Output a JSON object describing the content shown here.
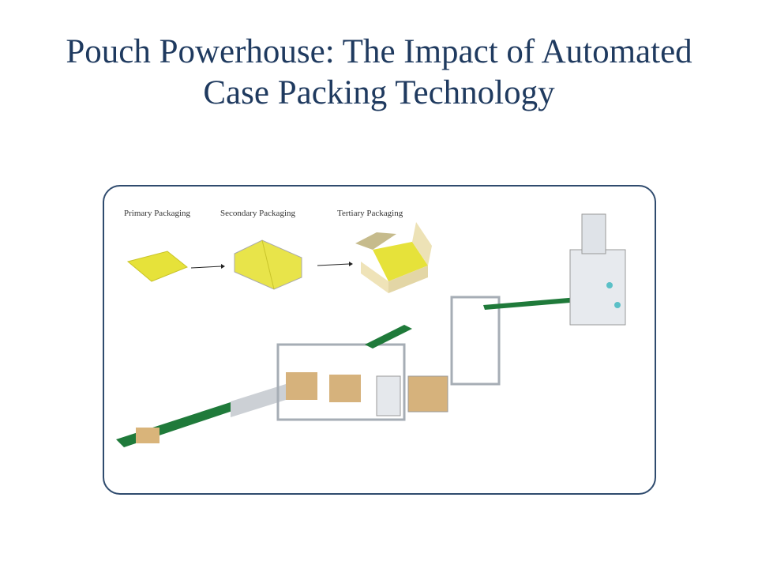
{
  "slide": {
    "title_line1": "Pouch Powerhouse: The Impact of Automated",
    "title_line2": "Case Packing Technology"
  },
  "figure": {
    "labels": [
      "Primary Packaging",
      "Secondary Packaging",
      "Tertiary Packaging"
    ],
    "colors": {
      "pouch": "#e6e23a",
      "box": "#d9c48f",
      "conveyor": "#1f7a3a",
      "frame": "#b8bec6"
    }
  }
}
